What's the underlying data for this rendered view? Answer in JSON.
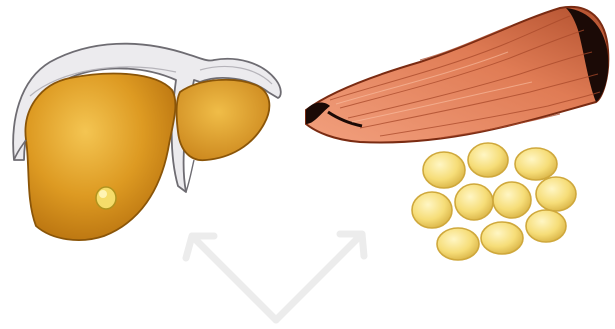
{
  "illustration": {
    "elements": [
      {
        "id": "liver",
        "icon": "liver-icon"
      },
      {
        "id": "gallbladder",
        "icon": "gallbladder-icon"
      },
      {
        "id": "muscle",
        "icon": "muscle-icon"
      },
      {
        "id": "fat-cells",
        "icon": "fat-cells-icon"
      },
      {
        "id": "arrows",
        "icon": "double-arrow-icon"
      }
    ],
    "colors": {
      "liver": "#d8961f",
      "liver_highlight": "#f0c24a",
      "peritoneum": "#e9e7ea",
      "muscle": "#e88a63",
      "muscle_dark": "#1b0a06",
      "fat": "#f6df7e",
      "fat_edge": "#dcb84a",
      "arrow": "#eeeeee"
    }
  }
}
